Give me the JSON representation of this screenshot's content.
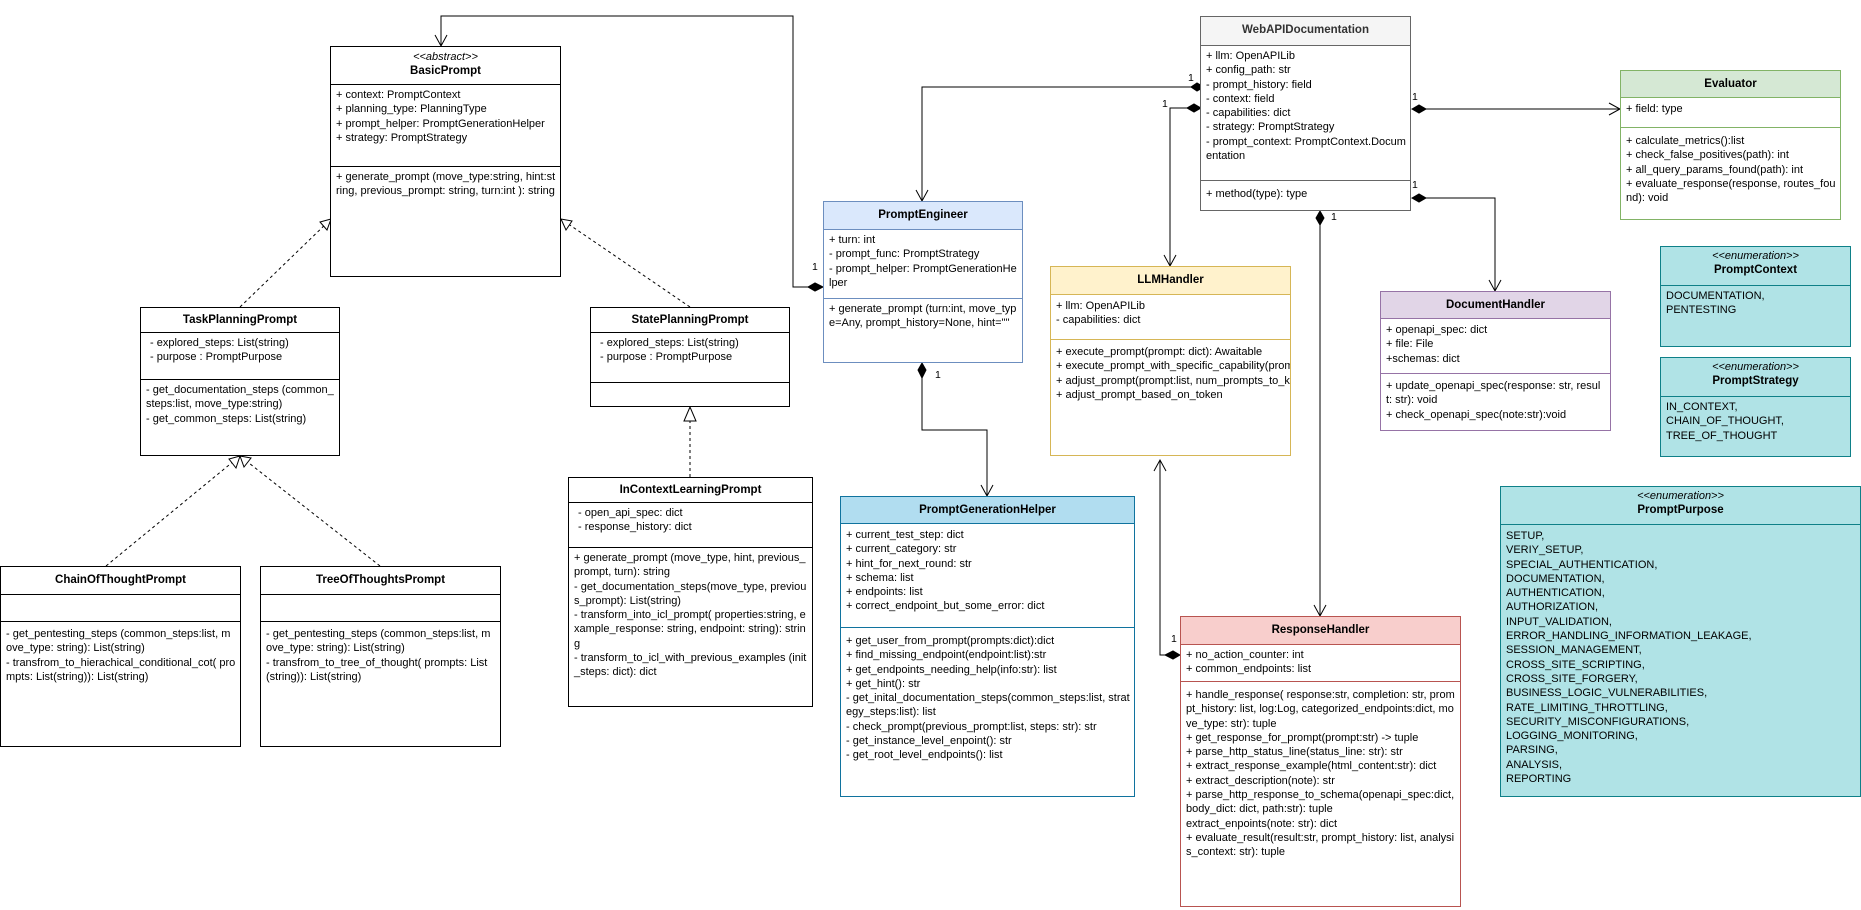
{
  "classes": {
    "basic_prompt": {
      "stereotype": "<<abstract>>",
      "name": "BasicPrompt",
      "attributes": [
        "+ context: PromptContext",
        "+ planning_type: PlanningType",
        "+ prompt_helper: PromptGenerationHelper",
        "+ strategy: PromptStrategy"
      ],
      "methods": [
        "+ generate_prompt (move_type:string, hint:string, previous_prompt: string, turn:int ): string"
      ]
    },
    "task_planning_prompt": {
      "name": "TaskPlanningPrompt",
      "attributes": [
        "- explored_steps: List(string)",
        "- purpose : PromptPurpose"
      ],
      "methods": [
        "- get_documentation_steps (common_steps:list, move_type:string)",
        "- get_common_steps: List(string)"
      ]
    },
    "state_planning_prompt": {
      "name": "StatePlanningPrompt",
      "attributes": [
        "- explored_steps: List(string)",
        "- purpose : PromptPurpose"
      ],
      "methods": []
    },
    "in_context_learning_prompt": {
      "name": "InContextLearningPrompt",
      "attributes": [
        "- open_api_spec: dict",
        "- response_history: dict"
      ],
      "methods": [
        "+ generate_prompt (move_type, hint, previous_prompt, turn): string",
        "- get_documentation_steps(move_type, previous_prompt): List(string)",
        "- transform_into_icl_prompt( properties:string, example_response: string, endpoint: string): string",
        "- transform_to_icl_with_previous_examples (init_steps: dict): dict"
      ]
    },
    "chain_of_thought_prompt": {
      "name": "ChainOfThoughtPrompt",
      "attributes": [],
      "methods": [
        "- get_pentesting_steps (common_steps:list, move_type: string): List(string)",
        "- transfrom_to_hierachical_conditional_cot( prompts: List(string)): List(string)"
      ]
    },
    "tree_of_thoughts_prompt": {
      "name": "TreeOfThoughtsPrompt",
      "attributes": [],
      "methods": [
        "- get_pentesting_steps (common_steps:list, move_type: string): List(string)",
        "- transfrom_to_tree_of_thought( prompts: List(string)): List(string)"
      ]
    },
    "prompt_engineer": {
      "name": "PromptEngineer",
      "attributes": [
        "+ turn: int",
        "- prompt_func: PromptStrategy",
        "- prompt_helper: PromptGenerationHelper"
      ],
      "methods": [
        "+ generate_prompt (turn:int, move_type=Any, prompt_history=None, hint=\"\""
      ]
    },
    "prompt_generation_helper": {
      "name": "PromptGenerationHelper",
      "attributes": [
        "+ current_test_step: dict",
        "+ current_category: str",
        "+ hint_for_next_round: str",
        "+ schema: list",
        "+ endpoints: list",
        "+ correct_endpoint_but_some_error: dict"
      ],
      "methods": [
        "+ get_user_from_prompt(prompts:dict):dict",
        "+ find_missing_endpoint(endpoint:list):str",
        "+ get_endpoints_needing_help(info:str): list",
        "+ get_hint(): str",
        "- get_inital_documentation_steps(common_steps:list, strategy_steps:list): list",
        "- check_prompt(previous_prompt:list, steps: str): str",
        "- get_instance_level_enpoint(): str",
        "- get_root_level_endpoints(): list"
      ]
    },
    "web_api_documentation": {
      "name": "WebAPIDocumentation",
      "attributes": [
        "+ llm: OpenAPILib",
        "+ config_path: str",
        "- prompt_history: field",
        "- context: field",
        "- capabilities: dict",
        "- strategy: PromptStrategy",
        "- prompt_context: PromptContext.Documentation"
      ],
      "methods": [
        "+ method(type): type"
      ]
    },
    "llm_handler": {
      "name": "LLMHandler",
      "attributes": [
        "+ llm: OpenAPILib",
        "- capabilities: dict"
      ],
      "methods": [
        "+ execute_prompt(prompt: dict): Awaitable",
        "+ execute_prompt_with_specific_capability(prompt: list, capability:dict): Awaitable",
        "+ adjust_prompt(prompt:list, num_prompts_to_keep: int)",
        "+ adjust_prompt_based_on_token"
      ]
    },
    "document_handler": {
      "name": "DocumentHandler",
      "attributes": [
        "+ openapi_spec: dict",
        "+ file: File",
        "+schemas: dict"
      ],
      "methods": [
        "+ update_openapi_spec(response: str, result: str): void",
        "+ check_openapi_spec(note:str):void"
      ]
    },
    "response_handler": {
      "name": "ResponseHandler",
      "attributes": [
        "+ no_action_counter: int",
        "+ common_endpoints: list"
      ],
      "methods": [
        "+ handle_response( response:str, completion: str, prompt_history: list, log:Log, categorized_endpoints:dict, move_type: str): tuple",
        "+ get_response_for_prompt(prompt:str) -> tuple",
        "+ parse_http_status_line(status_line: str): str",
        "+ extract_response_example(html_content:str): dict",
        "+ extract_description(note): str",
        "+ parse_http_response_to_schema(openapi_spec:dict, body_dict: dict, path:str): tuple",
        "extract_enpoints(note: str): dict",
        "+ evaluate_result(result:str, prompt_history: list, analysis_context: str): tuple"
      ]
    },
    "evaluator": {
      "name": "Evaluator",
      "attributes": [
        "+ field: type"
      ],
      "methods": [
        "+ calculate_metrics():list",
        "+ check_false_positives(path): int",
        "+ all_query_params_found(path): int",
        "+ evaluate_response(response, routes_found): void"
      ]
    },
    "prompt_context": {
      "stereotype": "<<enumeration>>",
      "name": "PromptContext",
      "values": [
        "DOCUMENTATION,",
        "PENTESTING"
      ]
    },
    "prompt_strategy": {
      "stereotype": "<<enumeration>>",
      "name": "PromptStrategy",
      "values": [
        "IN_CONTEXT,",
        "CHAIN_OF_THOUGHT,",
        "TREE_OF_THOUGHT"
      ]
    },
    "prompt_purpose": {
      "stereotype": "<<enumeration>>",
      "name": "PromptPurpose",
      "values": [
        "SETUP,",
        "VERIY_SETUP,",
        "SPECIAL_AUTHENTICATION,",
        "DOCUMENTATION,",
        "AUTHENTICATION,",
        "AUTHORIZATION,",
        "INPUT_VALIDATION,",
        "ERROR_HANDLING_INFORMATION_LEAKAGE,",
        "SESSION_MANAGEMENT,",
        "CROSS_SITE_SCRIPTING,",
        "CROSS_SITE_FORGERY,",
        "BUSINESS_LOGIC_VULNERABILITIES,",
        "RATE_LIMITING_THROTTLING,",
        "SECURITY_MISCONFIGURATIONS,",
        "LOGGING_MONITORING,",
        "PARSING,",
        "ANALYSIS,",
        "REPORTING"
      ]
    }
  },
  "multiplicities": {
    "web_api_to_prompt_engineer": "1",
    "web_api_to_llm_handler": "1",
    "web_api_to_evaluator": "1",
    "web_api_to_document_handler": "1",
    "web_api_to_response_handler": "1",
    "basic_prompt_to_prompt_engineer": "1",
    "prompt_engineer_to_helper": "1",
    "response_handler_to_llm_handler": "1"
  },
  "colors": {
    "white_fill": "#ffffff",
    "black_stroke": "#000000",
    "prompt_engineer_fill": "#dae8fc",
    "prompt_engineer_stroke": "#6c8ebf",
    "helper_fill": "#b1ddf0",
    "helper_stroke": "#10739e",
    "web_api_header_fill": "#f5f5f5",
    "web_api_stroke": "#666666",
    "llm_fill": "#fff2cc",
    "llm_stroke": "#d6b656",
    "document_fill": "#e1d5e7",
    "document_stroke": "#9673a6",
    "response_fill": "#f8cecc",
    "response_stroke": "#b85450",
    "evaluator_fill": "#d5e8d4",
    "evaluator_stroke": "#82b366",
    "enum_fill": "#b0e3e6",
    "enum_stroke": "#0e8088"
  }
}
